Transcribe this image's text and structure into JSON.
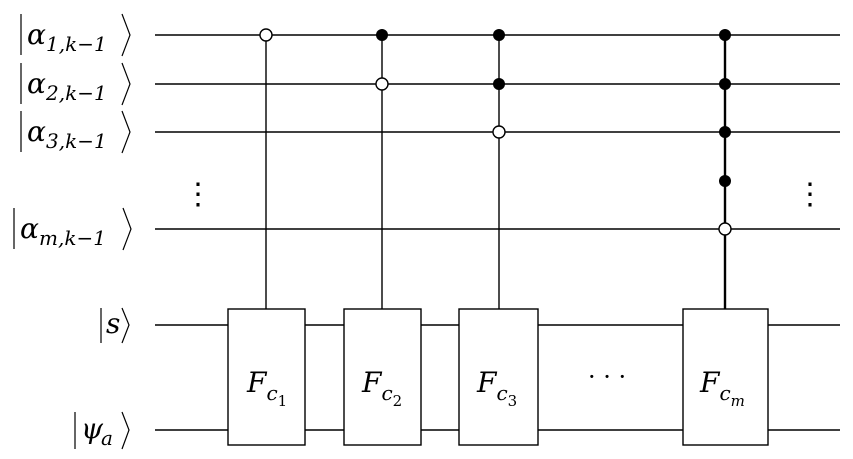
{
  "circuit": {
    "inputs": [
      {
        "sym": "α",
        "sub": "1,k−1"
      },
      {
        "sym": "α",
        "sub": "2,k−1"
      },
      {
        "sym": "α",
        "sub": "3,k−1"
      },
      {
        "sym": "α",
        "sub": "m,k−1"
      },
      {
        "sym": "s",
        "sub": ""
      },
      {
        "sym": "ψ",
        "sub": "a"
      }
    ],
    "vertical_ellipsis": "⋮",
    "horizontal_ellipsis": "· · ·",
    "gates": [
      {
        "name": "F",
        "sub": "c",
        "subsub": "1",
        "controls": [
          "open"
        ]
      },
      {
        "name": "F",
        "sub": "c",
        "subsub": "2",
        "controls": [
          "filled",
          "open"
        ]
      },
      {
        "name": "F",
        "sub": "c",
        "subsub": "3",
        "controls": [
          "filled",
          "filled",
          "open"
        ]
      },
      {
        "name": "F",
        "sub": "c",
        "subsub": "m",
        "controls": [
          "filled",
          "filled",
          "filled",
          "filled",
          "open"
        ]
      }
    ]
  }
}
